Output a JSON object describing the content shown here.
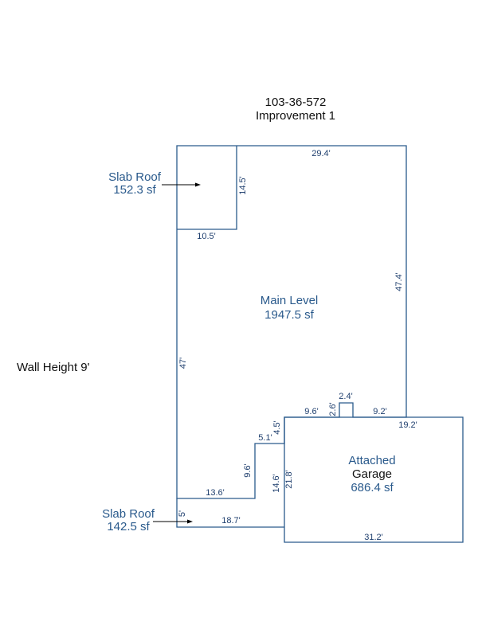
{
  "header": {
    "parcel_id": "103-36-572",
    "improvement": "Improvement 1"
  },
  "wall_height": "Wall Height 9'",
  "areas": {
    "main_level": {
      "name": "Main Level",
      "area": "1947.5 sf"
    },
    "slab_roof_top": {
      "name": "Slab Roof",
      "area": "152.3 sf"
    },
    "slab_roof_bottom": {
      "name": "Slab Roof",
      "area": "142.5 sf"
    },
    "garage": {
      "name_line1": "Attached",
      "name_line2": "Garage",
      "area": "686.4 sf"
    }
  },
  "dimensions": {
    "top_main": "29.4'",
    "right_main": "47.4'",
    "left_main": "47'",
    "slab_top_side": "14.5'",
    "slab_top_bottom": "10.5'",
    "step_9_6_h": "9.6'",
    "bump_left": "2.6'",
    "bump_top": "2.4'",
    "step_9_2": "9.2'",
    "garage_top": "19.2'",
    "step_4_5": "4.5'",
    "step_5_1": "5.1'",
    "step_9_6_v": "9.6'",
    "garage_left_inner": "14.6'",
    "garage_left": "21.8'",
    "main_bottom": "13.6'",
    "slab_bottom_side": "5'",
    "slab_bottom_width": "18.7'",
    "garage_bottom": "31.2'"
  },
  "colors": {
    "wall": "#2a5a8c",
    "label": "#2a5a8c",
    "text": "#111111"
  }
}
